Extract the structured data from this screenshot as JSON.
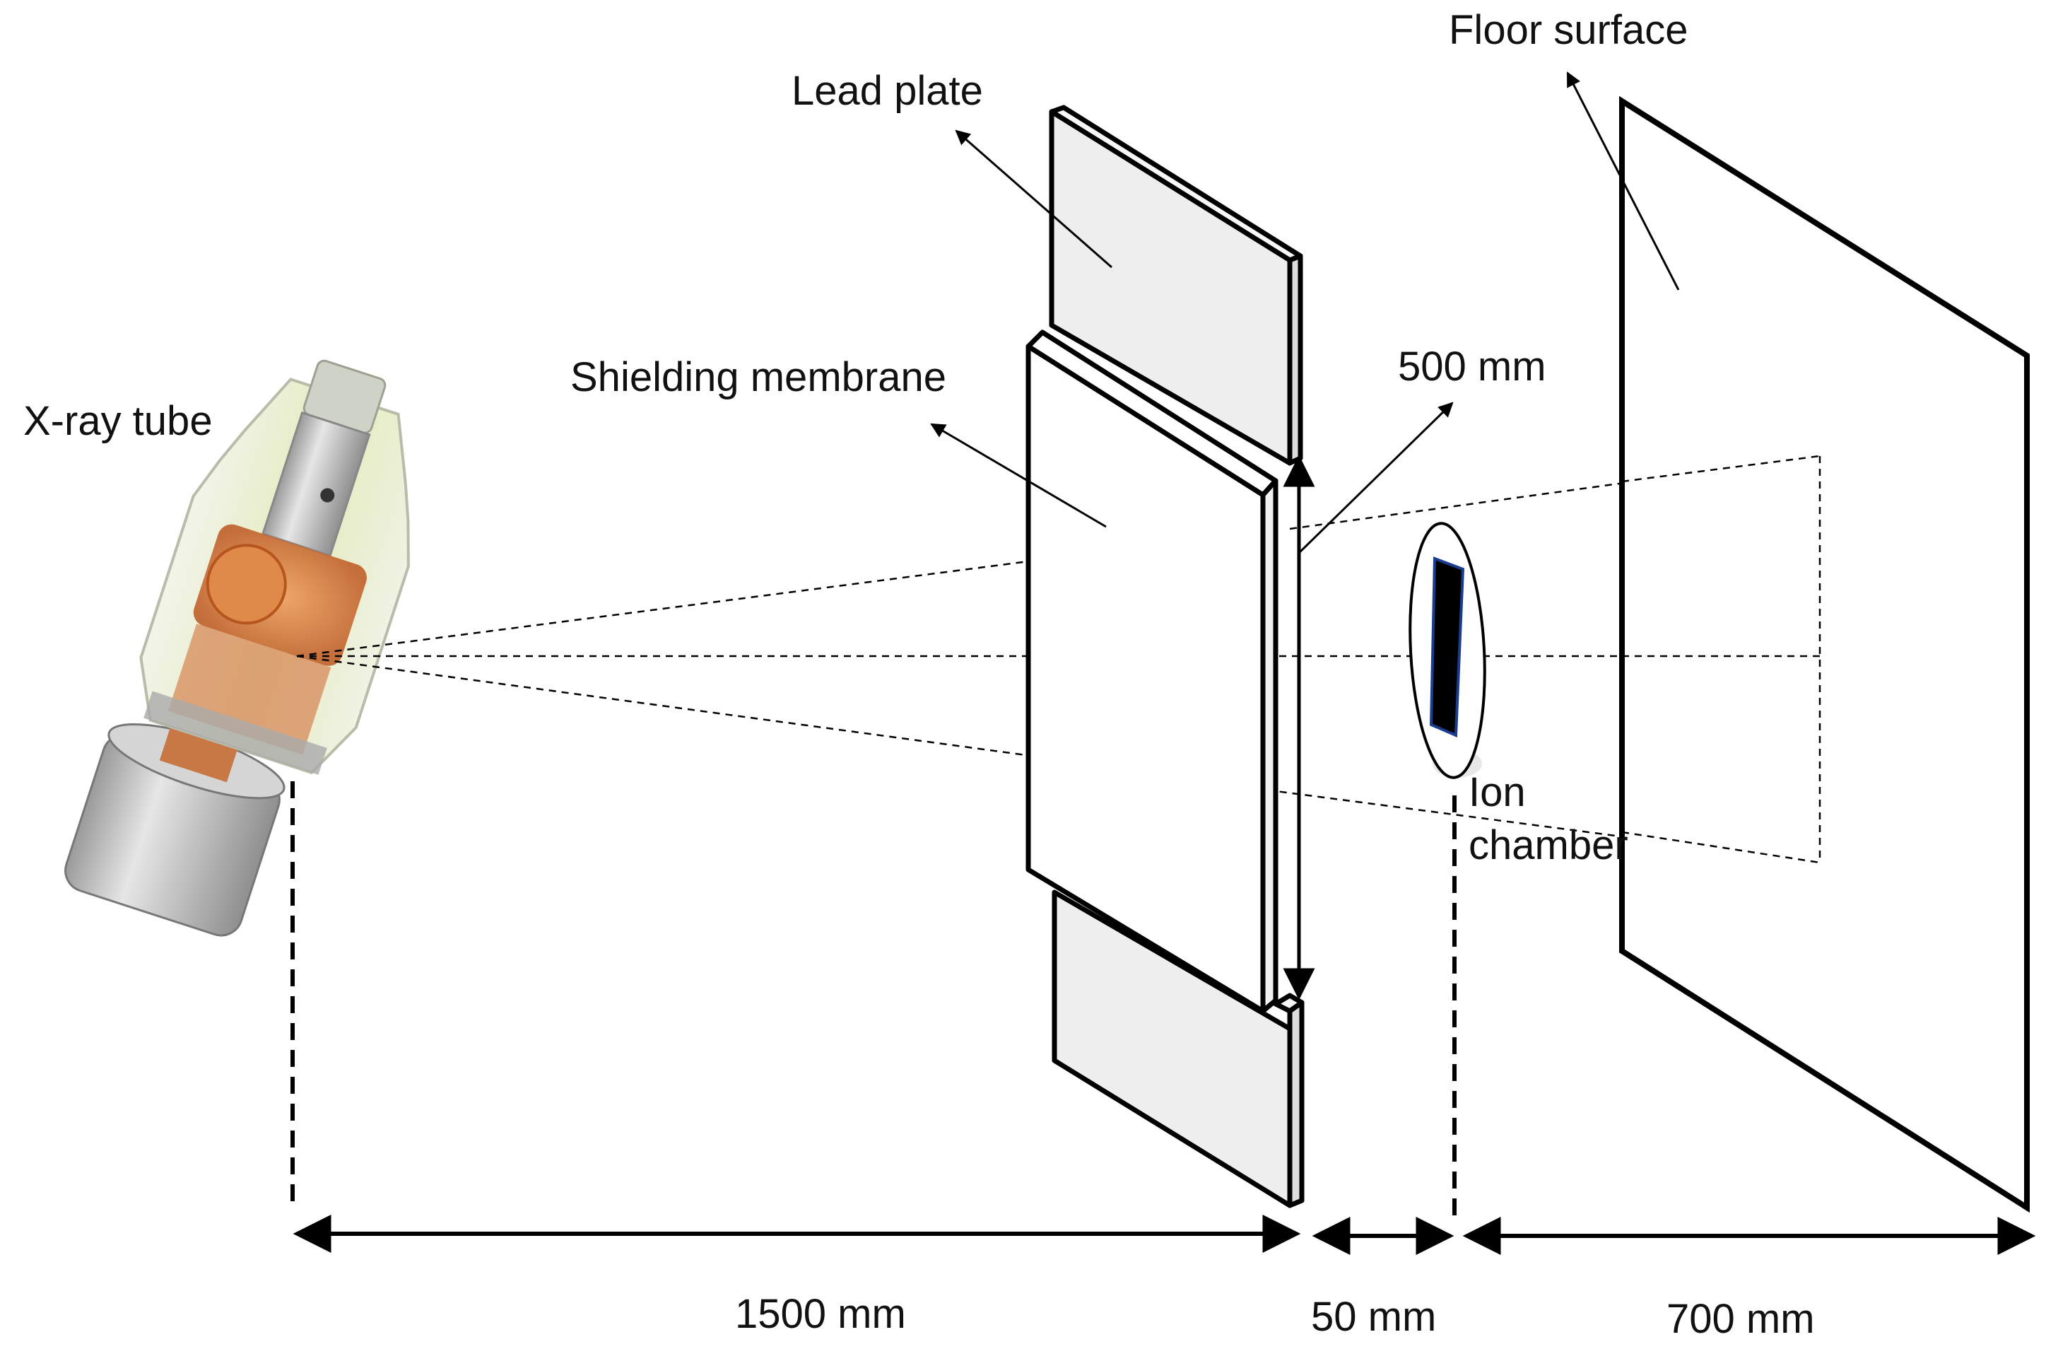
{
  "labels": {
    "xray_tube": "X-ray tube",
    "lead_plate": "Lead plate",
    "shielding_membrane": "Shielding membrane",
    "floor_surface": "Floor surface",
    "height_500": "500 mm",
    "ion_chamber_line1": "Ion",
    "ion_chamber_line2": "chamber"
  },
  "dimensions": {
    "tube_to_membrane": "1500 mm",
    "membrane_to_chamber": "50 mm",
    "chamber_to_floor": "700 mm"
  },
  "colors": {
    "line": "#000000",
    "lead_fill": "#eeeeee",
    "membrane_fill": "#ffffff",
    "tube_copper": "#d9783a",
    "tube_glass": "#e9efc9",
    "tube_metal": "#b8b8b8"
  }
}
